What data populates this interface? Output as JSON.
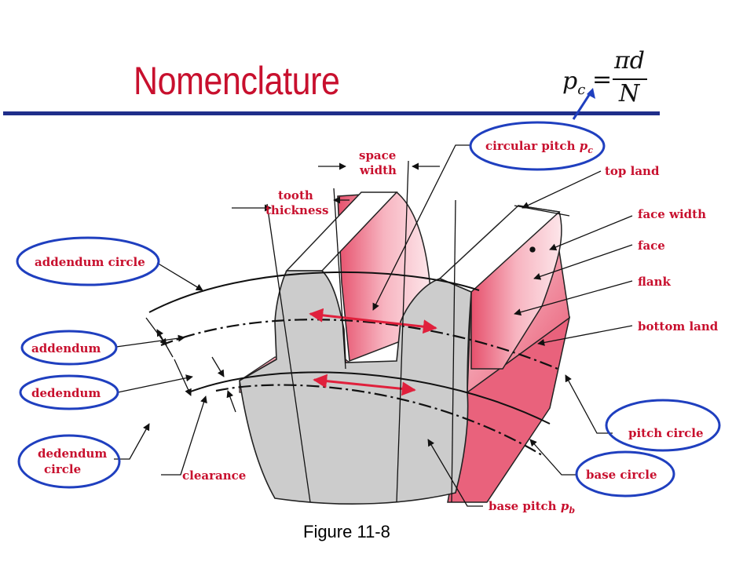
{
  "title": "Nomenclature",
  "formula": {
    "lhs": "p",
    "lhs_sub": "c",
    "eq": "=",
    "numerator": "πd",
    "denominator": "N"
  },
  "caption": "Figure 11-8",
  "labels": {
    "circular_pitch": "circular pitch",
    "circular_pitch_sym": "p",
    "circular_pitch_sub": "c",
    "top_land": "top land",
    "face_width": "face width",
    "face": "face",
    "flank": "flank",
    "bottom_land": "bottom land",
    "pitch_circle": "pitch circle",
    "base_circle": "base circle",
    "base_pitch": "base pitch",
    "base_pitch_sym": "p",
    "base_pitch_sub": "b",
    "clearance": "clearance",
    "dedendum_circle_1": "dedendum",
    "dedendum_circle_2": "circle",
    "dedendum": "dedendum",
    "addendum": "addendum",
    "addendum_circle": "addendum circle",
    "tooth_thickness_1": "tooth",
    "tooth_thickness_2": "thickness",
    "space_width_1": "space",
    "space_width_2": "width"
  },
  "colors": {
    "title": "#c8102e",
    "rule": "#1f2e8a",
    "highlight": "#1f3fbf",
    "gear_gray": "#cccccc",
    "gear_pink": "#f08a9c",
    "label": "#c8102e"
  }
}
